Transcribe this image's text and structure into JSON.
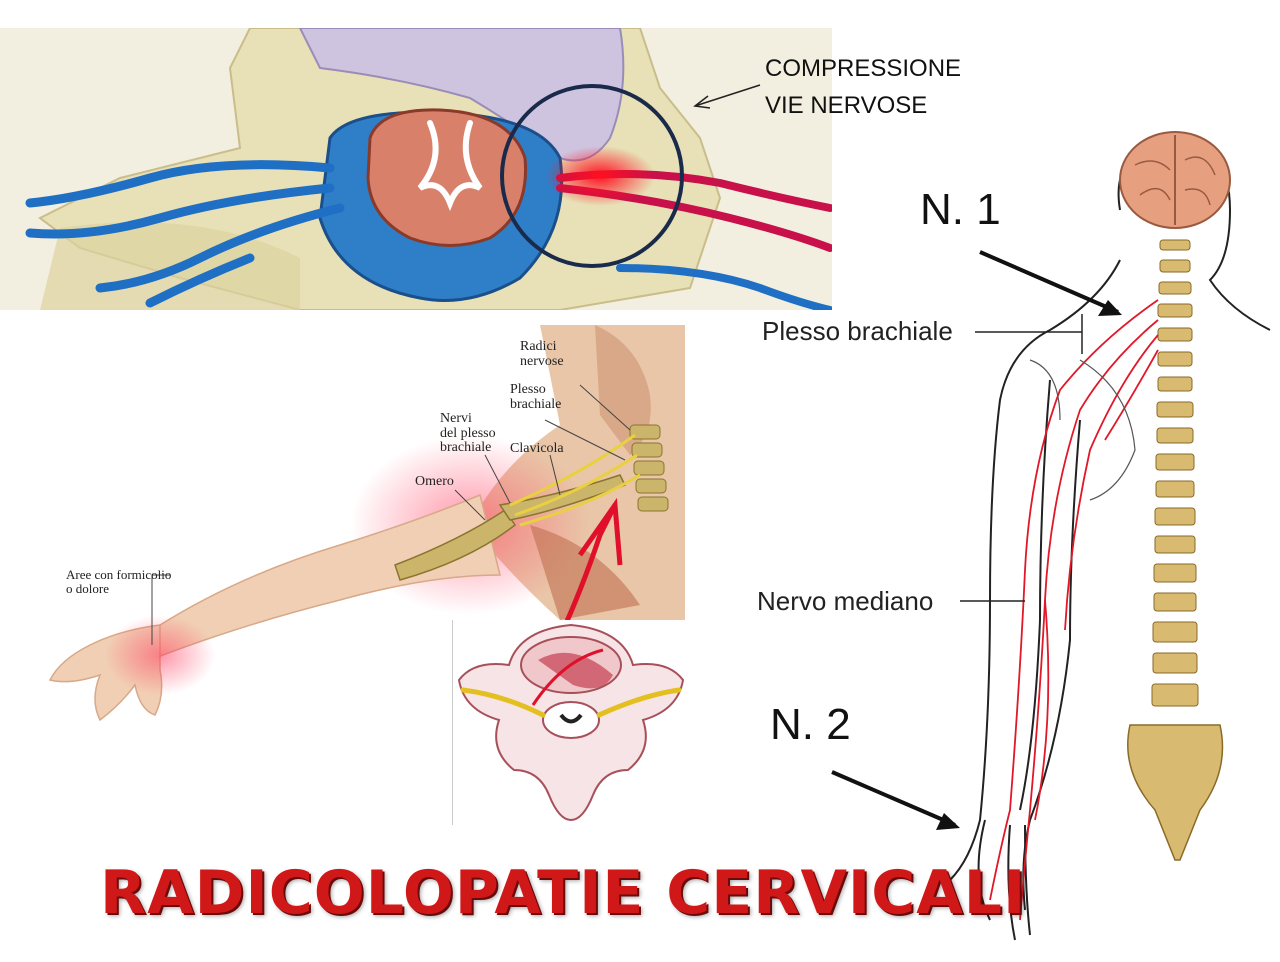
{
  "title": "RADICOLOPATIE CERVICALI",
  "spine_panel": {
    "callout": [
      "COMPRESSIONE",
      "VIE NERVOSE"
    ]
  },
  "arm_panel": {
    "labels": {
      "radici_nervose": [
        "Radici",
        "nervose"
      ],
      "plesso_brachiale": [
        "Plesso",
        "brachiale"
      ],
      "nervi_plesso": [
        "Nervi",
        "del plesso",
        "brachiale"
      ],
      "clavicola": "Clavicola",
      "omero": "Omero",
      "aree": [
        "Aree con formicolio",
        "o dolore"
      ]
    }
  },
  "body_panel": {
    "marker_1": "N. 1",
    "marker_2": "N. 2",
    "plesso_label": "Plesso brachiale",
    "mediano_label": "Nervo mediano"
  },
  "colors": {
    "title": "#d01818",
    "nerve_blue": "#1f6fc4",
    "nerve_red": "#e0102a",
    "bone": "#e8dca8",
    "circle": "#1a2a4a"
  }
}
